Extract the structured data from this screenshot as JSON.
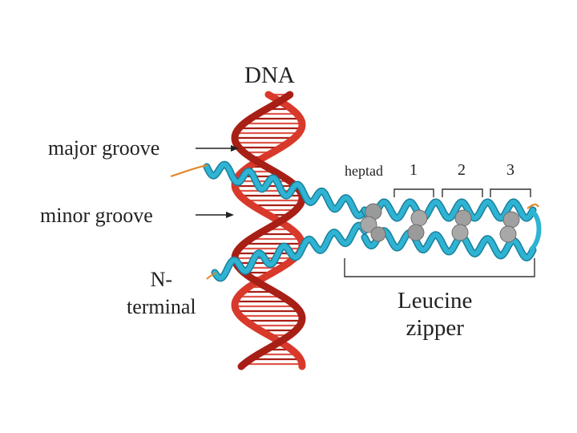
{
  "labels": {
    "dna": "DNA",
    "major_groove": "major groove",
    "minor_groove": "minor groove",
    "n_terminal_line1": "N-",
    "n_terminal_line2": "terminal",
    "heptad": "heptad",
    "heptad_1": "1",
    "heptad_2": "2",
    "heptad_3": "3",
    "leucine_line1": "Leucine",
    "leucine_line2": "zipper"
  },
  "colors": {
    "dna_strand": "#d8392b",
    "dna_strand_dark": "#a81f16",
    "dna_rung": "#e0554a",
    "protein_helix": "#2fb3d3",
    "protein_helix_dark": "#1a7f9c",
    "leucine_sphere": "#a0a0a0",
    "orange_tail": "#e08a2a",
    "text": "#222222"
  },
  "icons": {
    "arrow": "right-arrow-icon",
    "bracket": "bracket-icon"
  }
}
